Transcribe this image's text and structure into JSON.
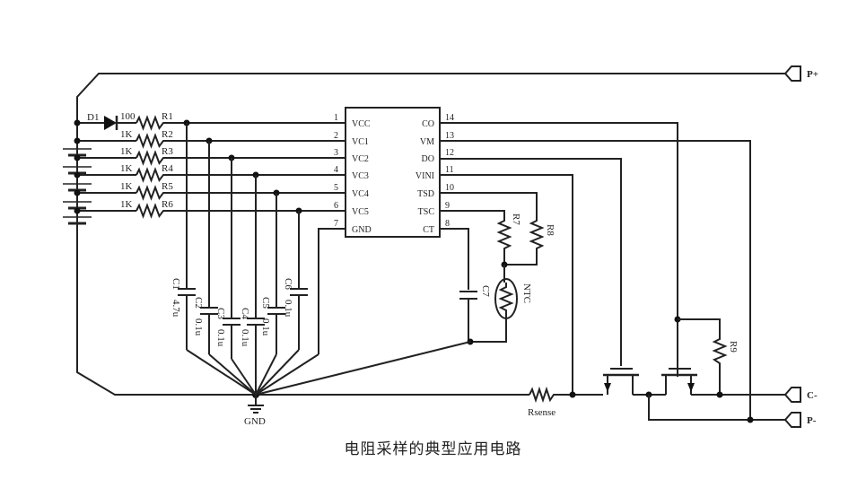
{
  "caption": "电阻采样的典型应用电路",
  "ic": {
    "left_pins": [
      {
        "num": "1",
        "name": "VCC"
      },
      {
        "num": "2",
        "name": "VC1"
      },
      {
        "num": "3",
        "name": "VC2"
      },
      {
        "num": "4",
        "name": "VC3"
      },
      {
        "num": "5",
        "name": "VC4"
      },
      {
        "num": "6",
        "name": "VC5"
      },
      {
        "num": "7",
        "name": "GND"
      }
    ],
    "right_pins": [
      {
        "num": "14",
        "name": "CO"
      },
      {
        "num": "13",
        "name": "VM"
      },
      {
        "num": "12",
        "name": "DO"
      },
      {
        "num": "11",
        "name": "VINI"
      },
      {
        "num": "10",
        "name": "TSD"
      },
      {
        "num": "9",
        "name": "TSC"
      },
      {
        "num": "8",
        "name": "CT"
      }
    ]
  },
  "diode": {
    "ref": "D1"
  },
  "resistors": [
    {
      "ref": "R1",
      "value": "100"
    },
    {
      "ref": "R2",
      "value": "1K"
    },
    {
      "ref": "R3",
      "value": "1K"
    },
    {
      "ref": "R4",
      "value": "1K"
    },
    {
      "ref": "R5",
      "value": "1K"
    },
    {
      "ref": "R6",
      "value": "1K"
    }
  ],
  "capacitors": [
    {
      "ref": "C1",
      "value": "4.7u"
    },
    {
      "ref": "C2",
      "value": "0.1u"
    },
    {
      "ref": "C3",
      "value": "0.1u"
    },
    {
      "ref": "C4",
      "value": "0.1u"
    },
    {
      "ref": "C5",
      "value": "0.1u"
    },
    {
      "ref": "C6",
      "value": "0.1u"
    }
  ],
  "other": {
    "r7": "R7",
    "r8": "R8",
    "r9": "R9",
    "c7": "C7",
    "ntc": "NTC",
    "rsense": "Rsense",
    "gnd": "GND"
  },
  "terminals": {
    "p_plus": "P+",
    "c_minus": "C-",
    "p_minus": "P-"
  }
}
